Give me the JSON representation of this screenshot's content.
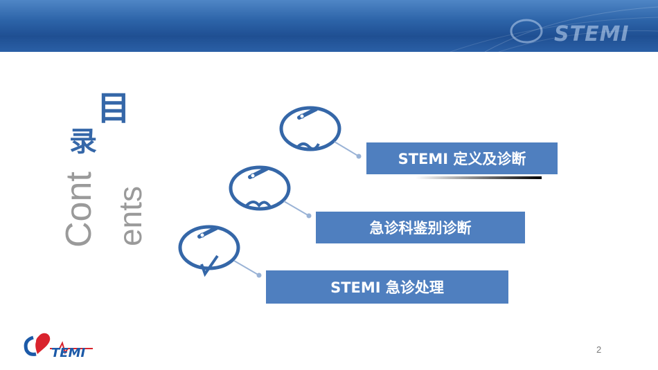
{
  "header": {
    "logo_text": "STEMI"
  },
  "title": {
    "line1": "目",
    "line2": "录",
    "vertical_1": "Cont",
    "vertical_2": "ents"
  },
  "menu": {
    "items": [
      {
        "label": "STEMI 定义及诊断"
      },
      {
        "label": "急诊科鉴别诊断"
      },
      {
        "label": "STEMI 急诊处理"
      }
    ]
  },
  "footer": {
    "logo_text": "TEMI",
    "page_number": "2"
  },
  "colors": {
    "accent": "#4f7fbf",
    "title": "#3567a8",
    "banner": "#2c63a8"
  }
}
